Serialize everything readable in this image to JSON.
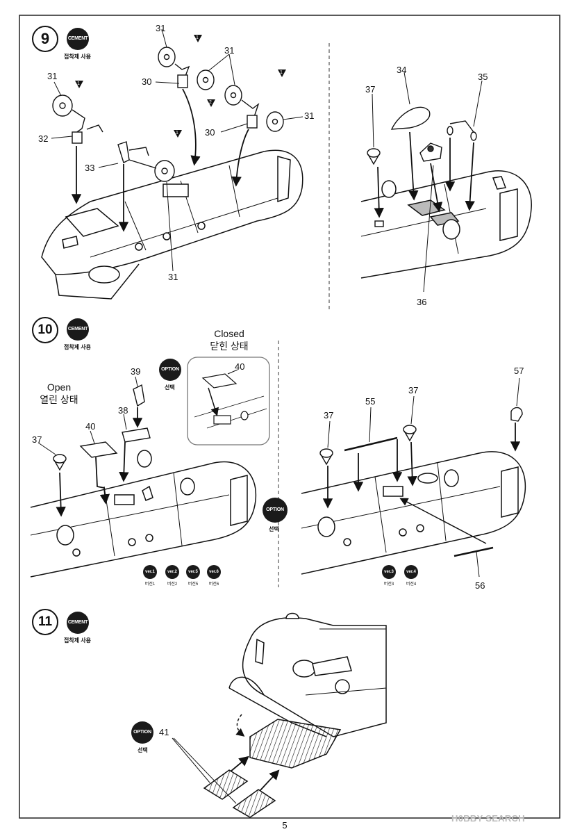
{
  "page_number": "5",
  "watermark": "H0BBY SEARCH",
  "badges": {
    "cement_label": "CEMENT",
    "cement_sub": "접착제 사용",
    "option_label": "OPTION",
    "option_sub": "선택"
  },
  "steps": [
    {
      "number": "9"
    },
    {
      "number": "10"
    },
    {
      "number": "11"
    }
  ],
  "captions": {
    "closed_en": "Closed",
    "closed_ko": "닫힌 상태",
    "open_en": "Open",
    "open_ko": "열린 상태"
  },
  "versions_left": [
    {
      "badge": "ver.1",
      "label": "버전1"
    },
    {
      "badge": "ver.2",
      "label": "버전2"
    },
    {
      "badge": "ver.5",
      "label": "버전5"
    },
    {
      "badge": "ver.6",
      "label": "버전6"
    }
  ],
  "versions_right": [
    {
      "badge": "ver.3",
      "label": "버전3"
    },
    {
      "badge": "ver.4",
      "label": "버전4"
    }
  ],
  "markers": {
    "m1": "1",
    "m2": "2"
  },
  "parts": {
    "p30": "30",
    "p31": "31",
    "p32": "32",
    "p33": "33",
    "p34": "34",
    "p35": "35",
    "p36": "36",
    "p37": "37",
    "p38": "38",
    "p39": "39",
    "p40": "40",
    "p41": "41",
    "p55": "55",
    "p56": "56",
    "p57": "57"
  }
}
